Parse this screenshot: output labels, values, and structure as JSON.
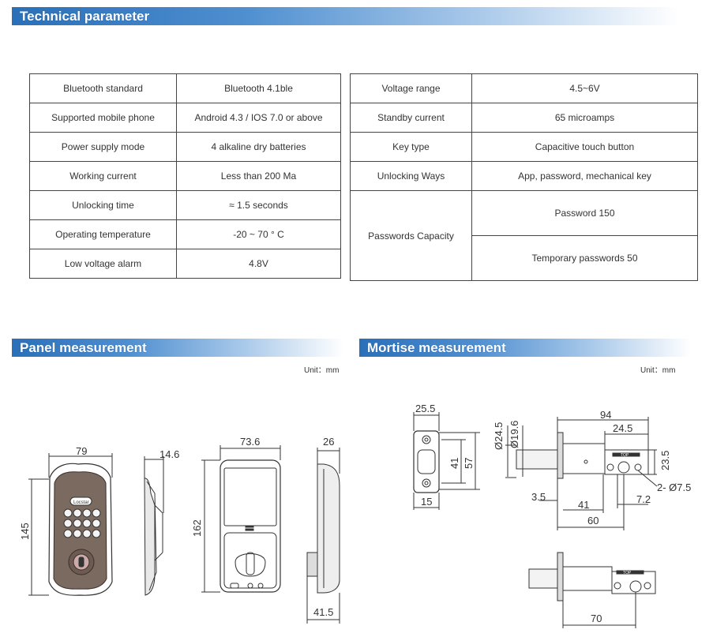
{
  "headers": {
    "tech": "Technical parameter",
    "panel": "Panel measurement",
    "mortise": "Mortise measurement"
  },
  "left_table": [
    {
      "label": "Bluetooth standard",
      "value": "Bluetooth 4.1ble"
    },
    {
      "label": "Supported mobile phone",
      "value": "Android 4.3 / IOS 7.0 or above"
    },
    {
      "label": "Power supply mode",
      "value": "4 alkaline dry batteries"
    },
    {
      "label": "Working current",
      "value": "Less than 200 Ma"
    },
    {
      "label": "Unlocking time",
      "value": "≈ 1.5 seconds"
    },
    {
      "label": "Operating temperature",
      "value": "-20 ~ 70 ° C"
    },
    {
      "label": "Low voltage alarm",
      "value": "4.8V"
    }
  ],
  "right_table": [
    {
      "label": "Voltage range",
      "value": "4.5~6V"
    },
    {
      "label": "Standby current",
      "value": "65 microamps"
    },
    {
      "label": "Key type",
      "value": "Capacitive touch button"
    },
    {
      "label": "Unlocking Ways",
      "value": "App, password, mechanical key"
    }
  ],
  "passwords": {
    "label": "Passwords Capacity",
    "values": [
      "Password 150",
      "Temporary passwords 50"
    ]
  },
  "units": {
    "panel": "Unit：mm",
    "mortise": "Unit：mm"
  },
  "panel_dims": {
    "front_width": "79",
    "front_height": "145",
    "side_depth": "14.6",
    "back_width": "73.6",
    "back_height": "162",
    "back_side_top": "26",
    "back_side_bottom": "41.5",
    "logo": "Locstar"
  },
  "mortise_dims": {
    "plate_width": "25.5",
    "plate_inner": "41",
    "plate_height": "57",
    "plate_bottom": "15",
    "dia_outer": "Ø24.5",
    "dia_inner": "Ø19.6",
    "total_length": "94",
    "head_length": "24.5",
    "head_height": "23.5",
    "step": "3.5",
    "mid": "41",
    "tail": "7.2",
    "holes": "2- Ø7.5",
    "backset": "60",
    "bottom_length": "70",
    "top_label": "TOP"
  }
}
